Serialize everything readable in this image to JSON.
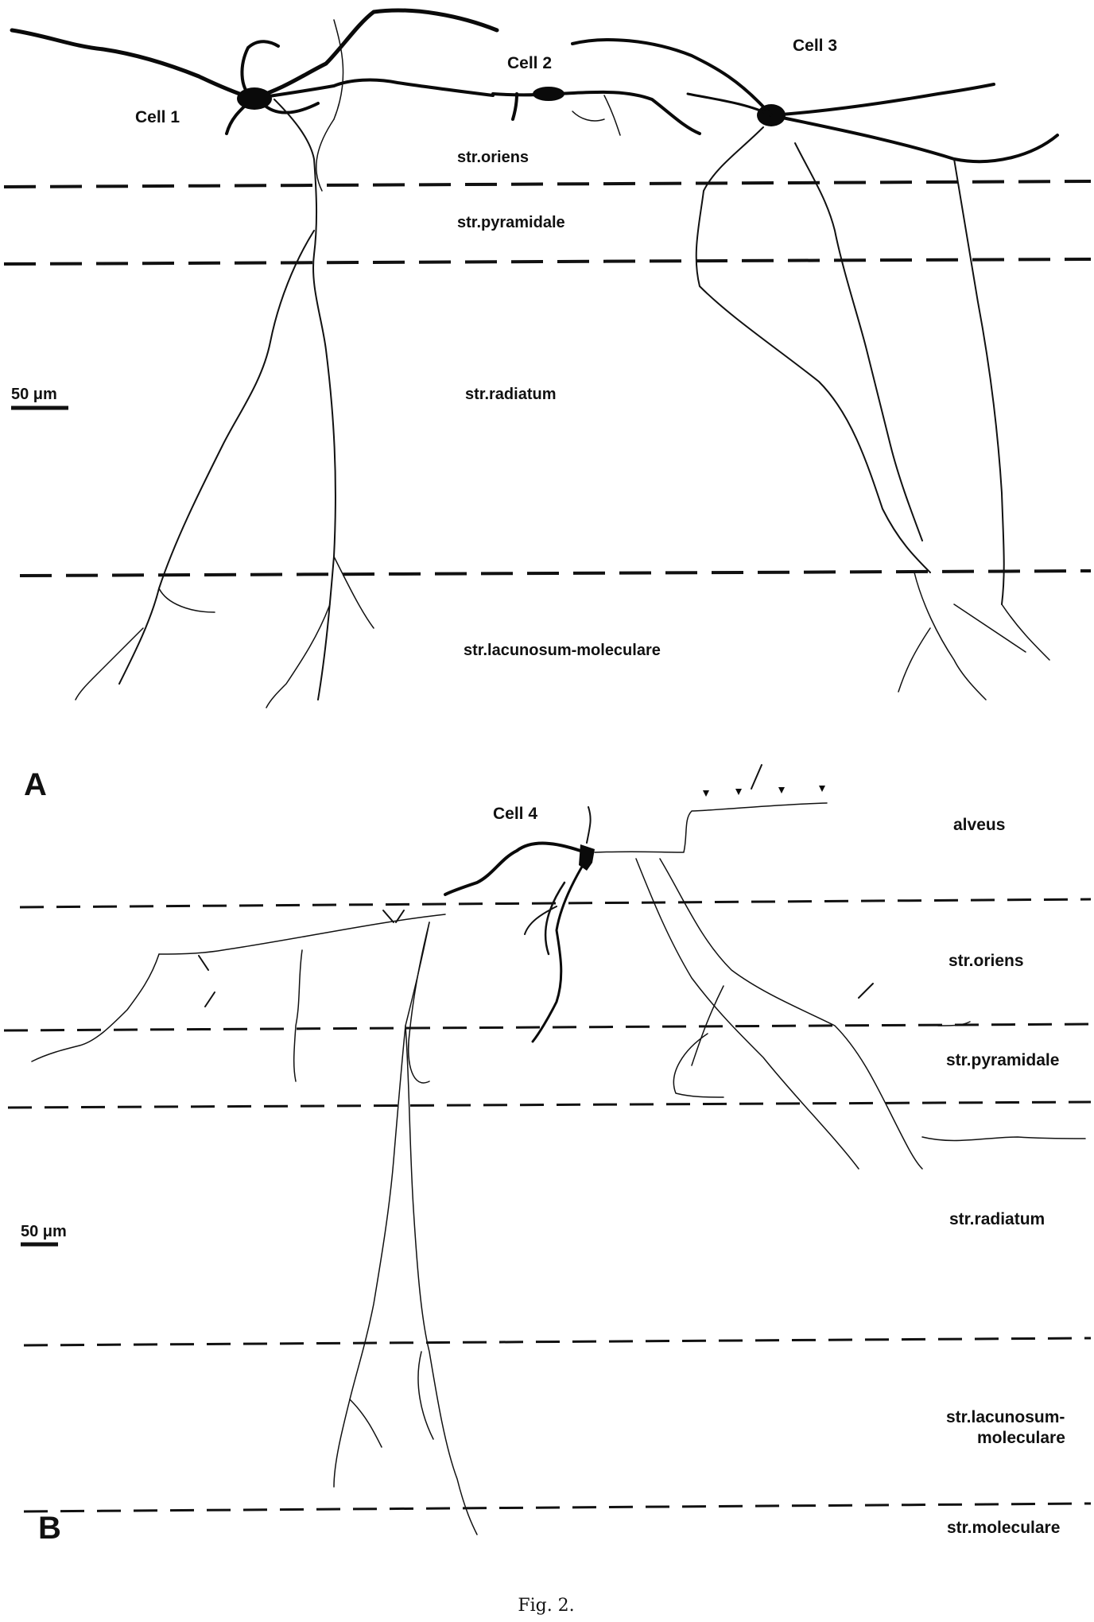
{
  "panel_a": {
    "letter": "A",
    "cells": [
      "Cell  1",
      "Cell 2",
      "Cell 3"
    ],
    "layers": [
      "str.oriens",
      "str.pyramidale",
      "str.radiatum",
      "str.lacunosum-moleculare"
    ],
    "scale_bar": "50 μm"
  },
  "panel_b": {
    "letter": "B",
    "cell": "Cell 4",
    "layers": [
      "alveus",
      "str.oriens",
      "str.pyramidale",
      "str.radiatum",
      "str.lacunosum-",
      "moleculare",
      "str.moleculare"
    ],
    "scale_bar": "50 μm"
  },
  "caption": "Fig. 2."
}
